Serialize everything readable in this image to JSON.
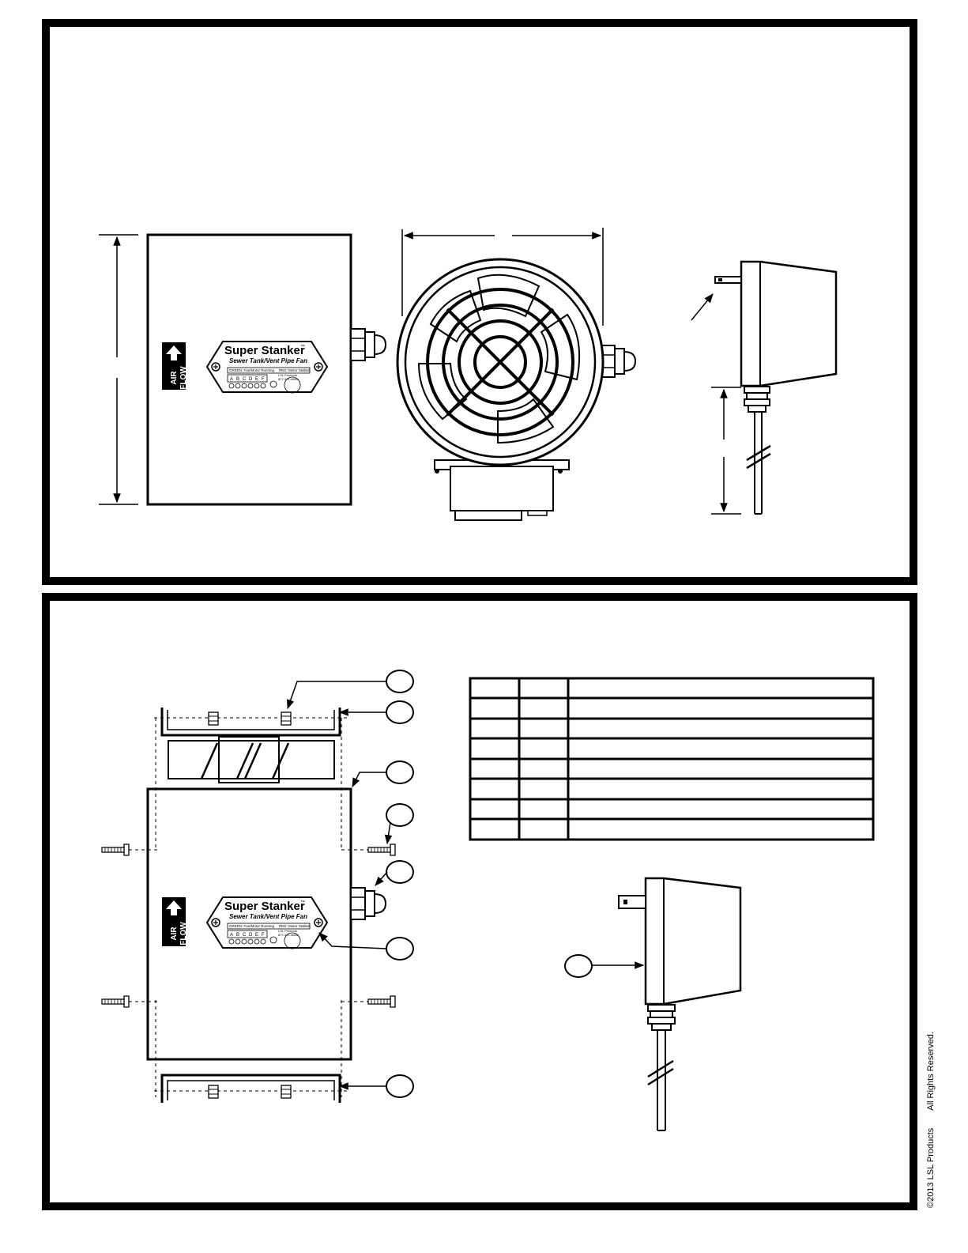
{
  "label": {
    "brand": "Super Stanker",
    "trademark": "™",
    "subtitle": "Sewer Tank/Vent Pipe Fan",
    "status_green": "GREEN: Fan/Motor Running",
    "status_red": "RED: Motor Stalled",
    "dip_letters": [
      "A",
      "B",
      "C",
      "D",
      "E",
      "F"
    ],
    "company_line1": "LSL Products",
    "company_line2": "877-371-4665"
  },
  "airflow": {
    "line1": "AIR",
    "line2": "FLOW"
  },
  "parts_table": {
    "rows": 8
  },
  "copyright": {
    "left": "©2013 LSL Products",
    "right": "All Rights Reserved."
  }
}
